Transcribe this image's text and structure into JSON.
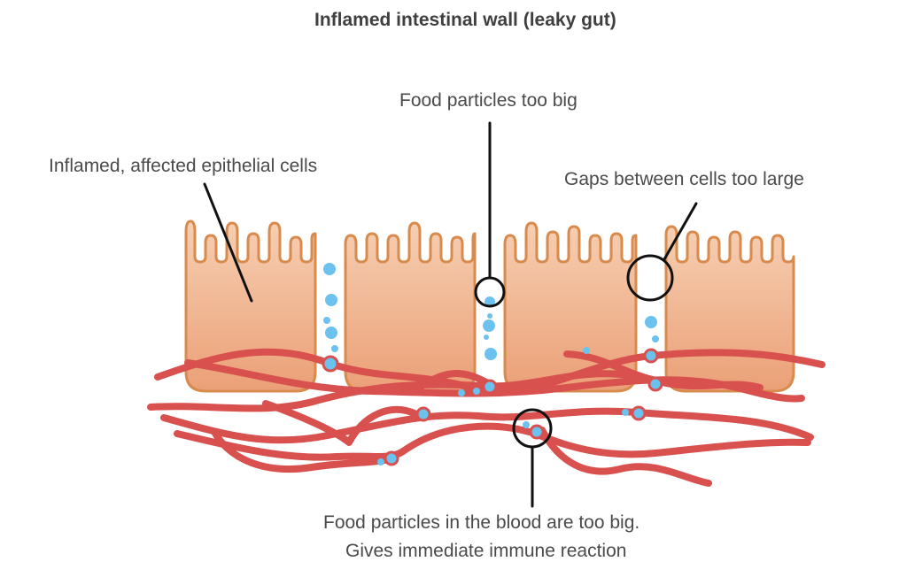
{
  "title": "Inflamed intestinal wall (leaky gut)",
  "labels": {
    "food_too_big": "Food particles too big",
    "inflamed_cells": "Inflamed, affected epithelial cells",
    "gaps": "Gaps between cells too large",
    "blood_line1": "Food particles in the blood are too big.",
    "blood_line2": "Gives immediate immune reaction"
  },
  "colors": {
    "cell_top": "#f6cfb2",
    "cell_bottom": "#eba077",
    "cell_border": "#d88b4e",
    "vessel": "#d8514f",
    "particle": "#6cc2ee",
    "line": "#111111",
    "text": "#4a4a4a"
  }
}
